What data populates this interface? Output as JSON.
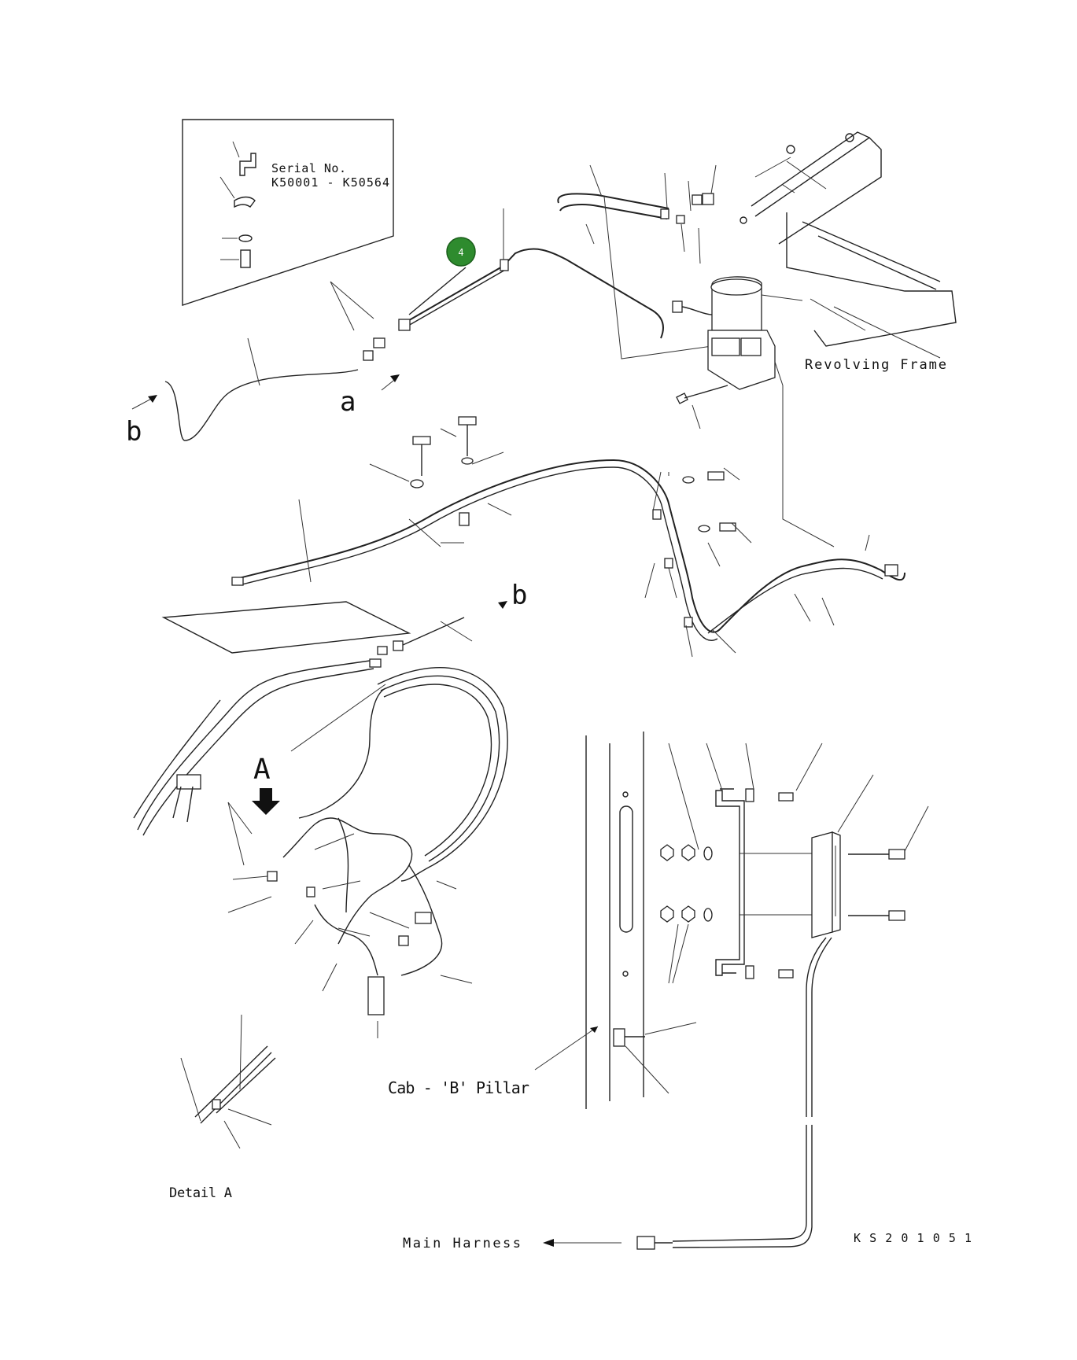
{
  "diagram": {
    "inset": {
      "line1": "Serial No.",
      "line2": "K50001 - K50564"
    },
    "callout": {
      "number": "4",
      "color": "#2e8b2e"
    },
    "labels": {
      "revolving_frame": "Revolving Frame",
      "cab_pillar": "Cab - 'B' Pillar",
      "detail_a": "Detail A",
      "main_harness": "Main Harness",
      "drawing_code": "K S 2 0 1 0 5 1",
      "view_a": "A",
      "ref_a": "a",
      "ref_b_left": "b",
      "ref_b_right": "b"
    }
  }
}
